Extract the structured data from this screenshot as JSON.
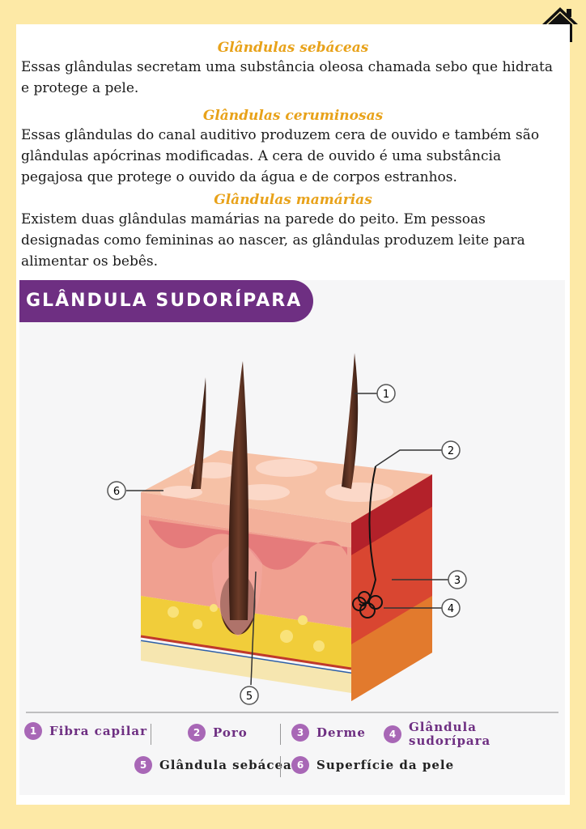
{
  "sections": [
    {
      "title": "Glândulas sebáceas",
      "text": "Essas glândulas secretam uma substância oleosa chamada sebo que hidrata e protege a pele."
    },
    {
      "title": "Glândulas ceruminosas",
      "text": "Essas glândulas do canal auditivo produzem cera de ouvido e também são glândulas apócrinas modificadas. A cera de ouvido é uma substância pegajosa que protege o ouvido da água e de corpos estranhos."
    },
    {
      "title": "Glândulas mamárias",
      "text": "Existem duas glândulas mamárias na parede do peito. Em pessoas designadas como femininas ao nascer, as glândulas produzem leite para alimentar os bebês."
    }
  ],
  "figure": {
    "banner": "GLÂNDULA SUDORÍPARA",
    "callouts": [
      "1",
      "2",
      "3",
      "4",
      "5",
      "6"
    ],
    "legend": [
      {
        "num": "1",
        "label": "Fibra capilar"
      },
      {
        "num": "2",
        "label": "Poro"
      },
      {
        "num": "3",
        "label": "Derme"
      },
      {
        "num": "4",
        "label": "Glândula sudorípara"
      },
      {
        "num": "5",
        "label": "Glândula sebácea"
      },
      {
        "num": "6",
        "label": "Superfície da pele"
      }
    ]
  },
  "icons": {
    "home": "home-icon"
  },
  "colors": {
    "background": "#fde9a6",
    "title": "#e8a21a",
    "banner": "#6e2f82",
    "badge": "#a867b6"
  }
}
